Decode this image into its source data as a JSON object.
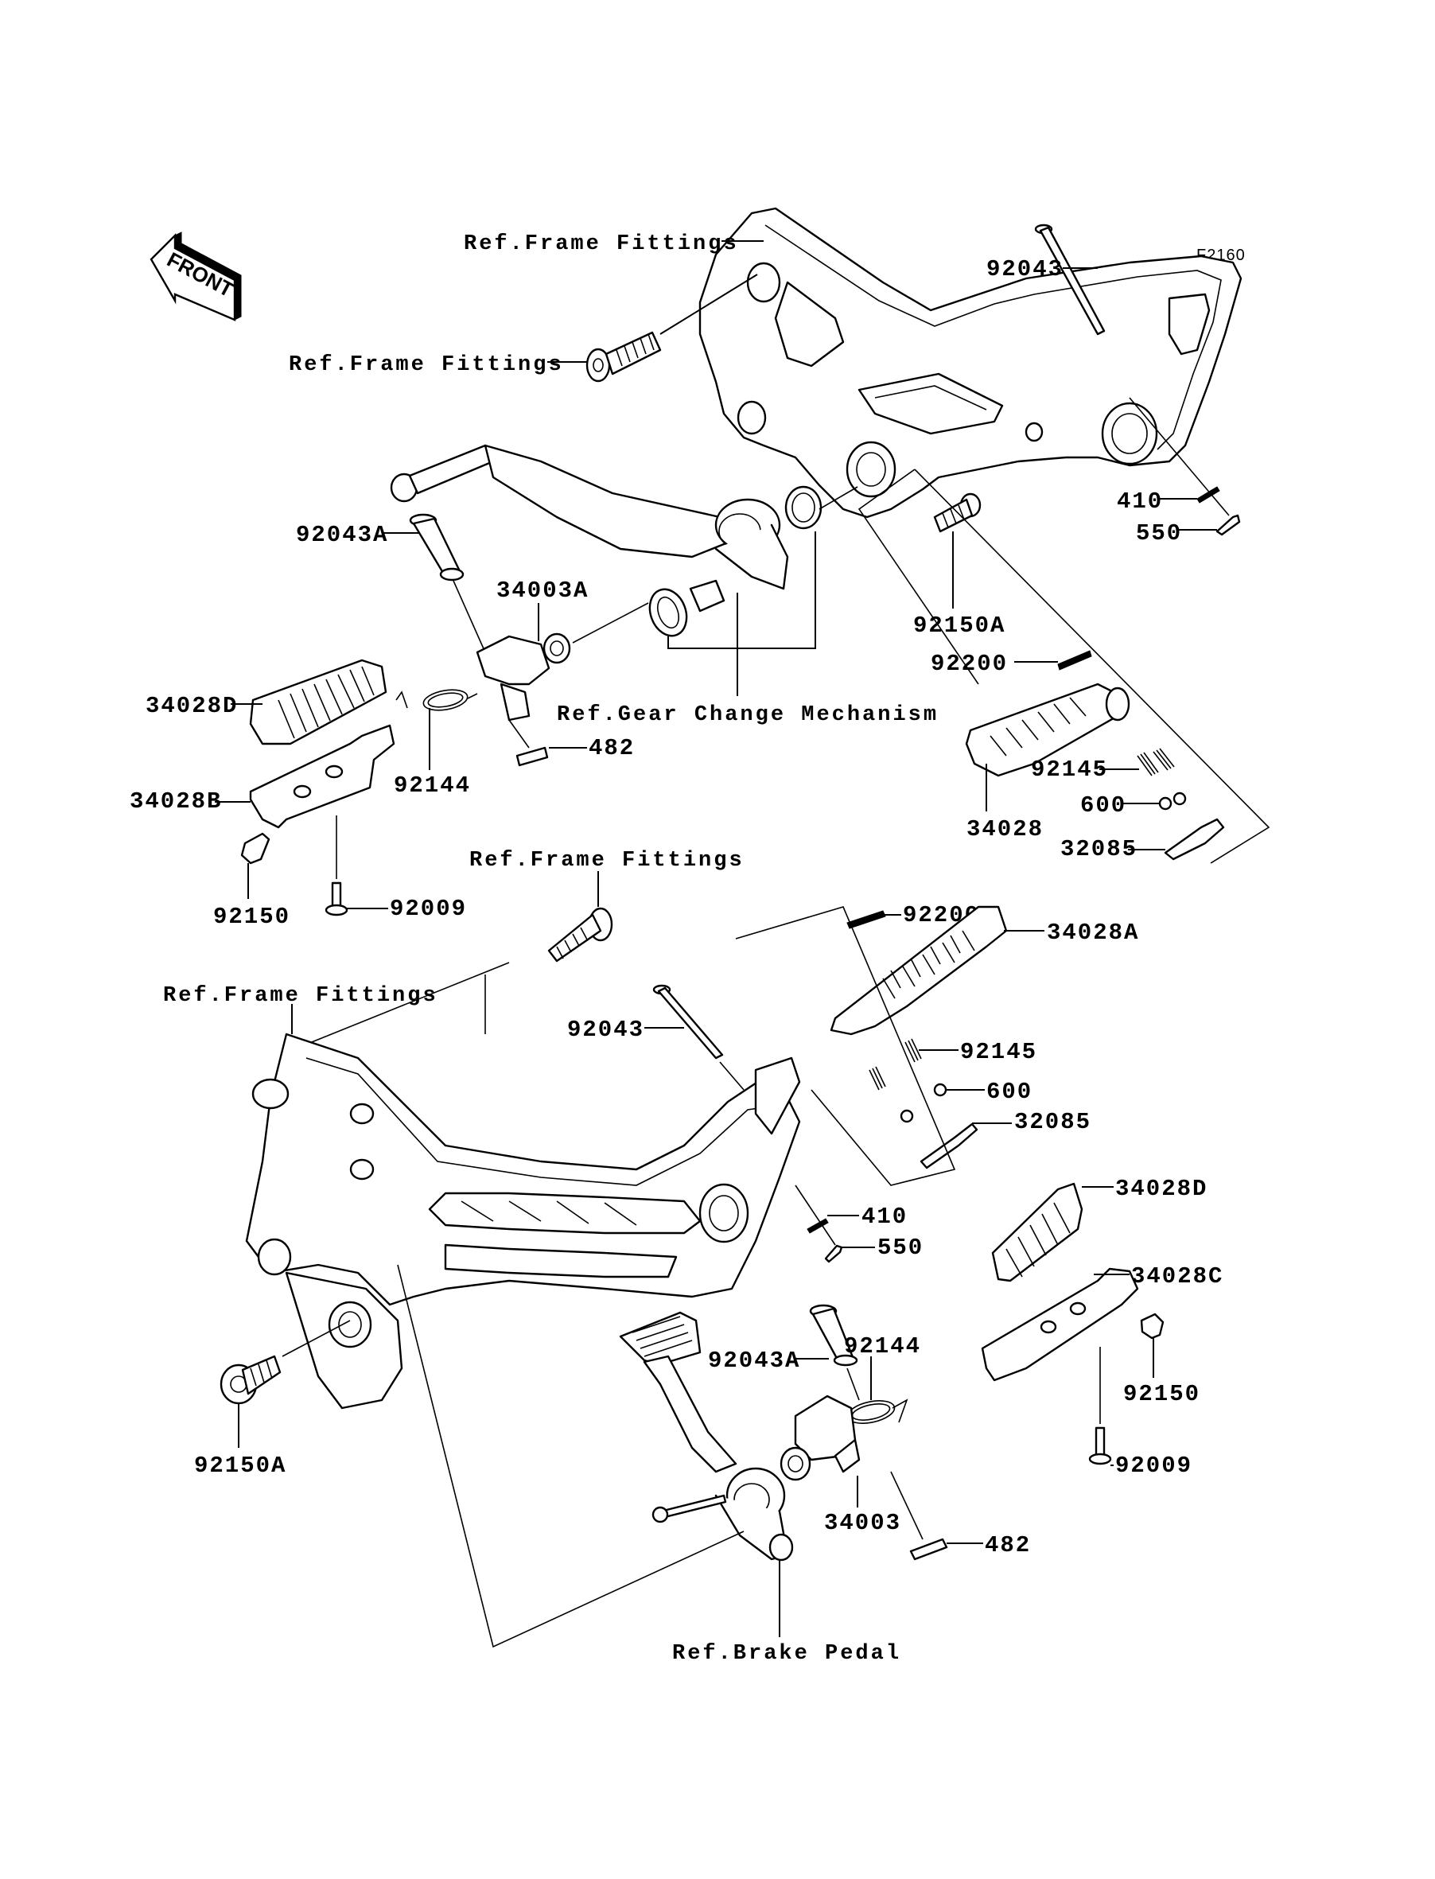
{
  "diagram": {
    "figure_code": "F2160",
    "orientation_label": "FRONT",
    "references": {
      "frame_fittings": "Ref.Frame Fittings",
      "gear_change_mechanism": "Ref.Gear Change Mechanism",
      "brake_pedal": "Ref.Brake Pedal"
    },
    "upper_assembly": {
      "parts": {
        "p92043": "92043",
        "p410": "410",
        "p550": "550",
        "p92043A": "92043A",
        "p34003A": "34003A",
        "p92150A": "92150A",
        "p92200": "92200",
        "p34028D": "34028D",
        "p92144": "92144",
        "p482": "482",
        "p34028B": "34028B",
        "p92145": "92145",
        "p600": "600",
        "p34028": "34028",
        "p32085": "32085",
        "p92150": "92150",
        "p92009": "92009"
      }
    },
    "lower_assembly": {
      "parts": {
        "p92200": "92200",
        "p34028A": "34028A",
        "p92043": "92043",
        "p92145": "92145",
        "p600": "600",
        "p32085": "32085",
        "p34028D": "34028D",
        "p410": "410",
        "p550": "550",
        "p34028C": "34028C",
        "p92043A": "92043A",
        "p92144": "92144",
        "p92150": "92150",
        "p92150A": "92150A",
        "p92009": "92009",
        "p34003": "34003",
        "p482": "482"
      }
    }
  }
}
